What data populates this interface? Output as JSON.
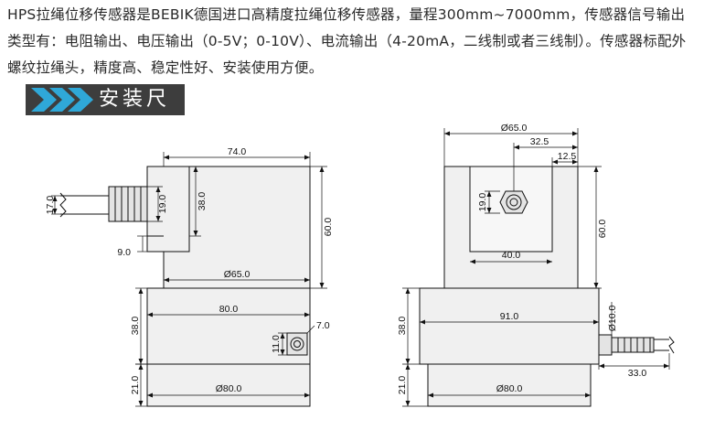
{
  "intro": {
    "text": "HPS拉绳位移传感器是BEBIK德国进口高精度拉绳位移传感器，量程300mm~7000mm，传感器信号输出类型有：电阻输出、电压输出（0-5V；0-10V）、电流输出（4-20mA，二线制或者三线制）。传感器标配外螺纹拉绳头，精度高、稳定性好、安装使用方便。"
  },
  "section": {
    "title": "安装尺寸"
  },
  "colors": {
    "banner_bg": "#3d3d3d",
    "chevron": "#2fa8d8",
    "drawing_fill": "#f0f0f0",
    "line": "#111111"
  },
  "left_view": {
    "top_width": "74.0",
    "cable_dia": "17.0",
    "gland_height": "19.0",
    "cover_height": "38.0",
    "cable_offset": "9.0",
    "drum_dia": "Ø65.0",
    "total_height": "60.0",
    "base_width": "80.0",
    "base_height": "38.0",
    "fitting_dia": "7.0",
    "fitting_height": "11.0",
    "foot_height": "21.0",
    "foot_dia": "Ø80.0"
  },
  "right_view": {
    "top_dia": "Ø65.0",
    "offset_a": "32.5",
    "offset_b": "12.5",
    "nut_height": "19.0",
    "slot_width": "40.0",
    "total_height": "60.0",
    "base_width": "91.0",
    "base_height": "38.0",
    "fitting_dia": "Ø10.0",
    "fitting_len": "33.0",
    "foot_height": "21.0",
    "foot_dia": "Ø80.0"
  }
}
